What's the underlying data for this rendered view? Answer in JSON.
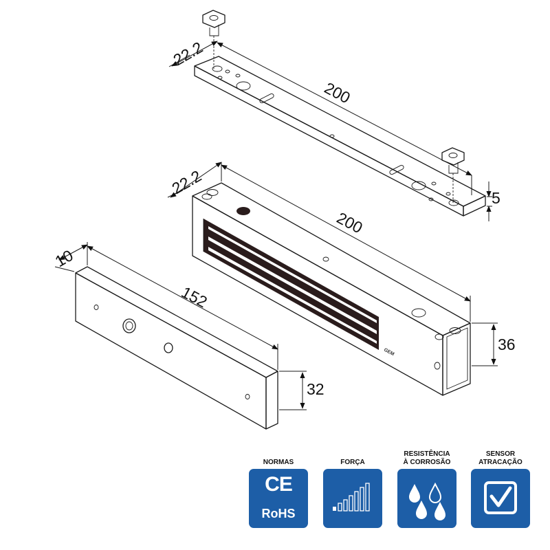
{
  "dimensions": {
    "plate_width": "22.2",
    "plate_length": "200",
    "plate_thickness": "5",
    "magnet_width": "22.2",
    "magnet_length": "200",
    "magnet_height": "36",
    "bracket_width": "10",
    "bracket_length": "152",
    "bracket_height": "32"
  },
  "brand_mark": "GEM",
  "badges": [
    {
      "label": "NORMAS",
      "icon": "ce-rohs-icon",
      "ce": "CE",
      "rohs": "RoHS"
    },
    {
      "label": "FORÇA",
      "icon": "signal-bars-icon"
    },
    {
      "label": "RESISTÊNCIA\nÀ CORROSÃO",
      "icon": "water-drops-icon"
    },
    {
      "label": "SENSOR\nATRACAÇÃO",
      "icon": "checkbox-icon"
    }
  ],
  "colors": {
    "badge_blue": "#1d5ea7",
    "line": "#1a1a1a"
  }
}
